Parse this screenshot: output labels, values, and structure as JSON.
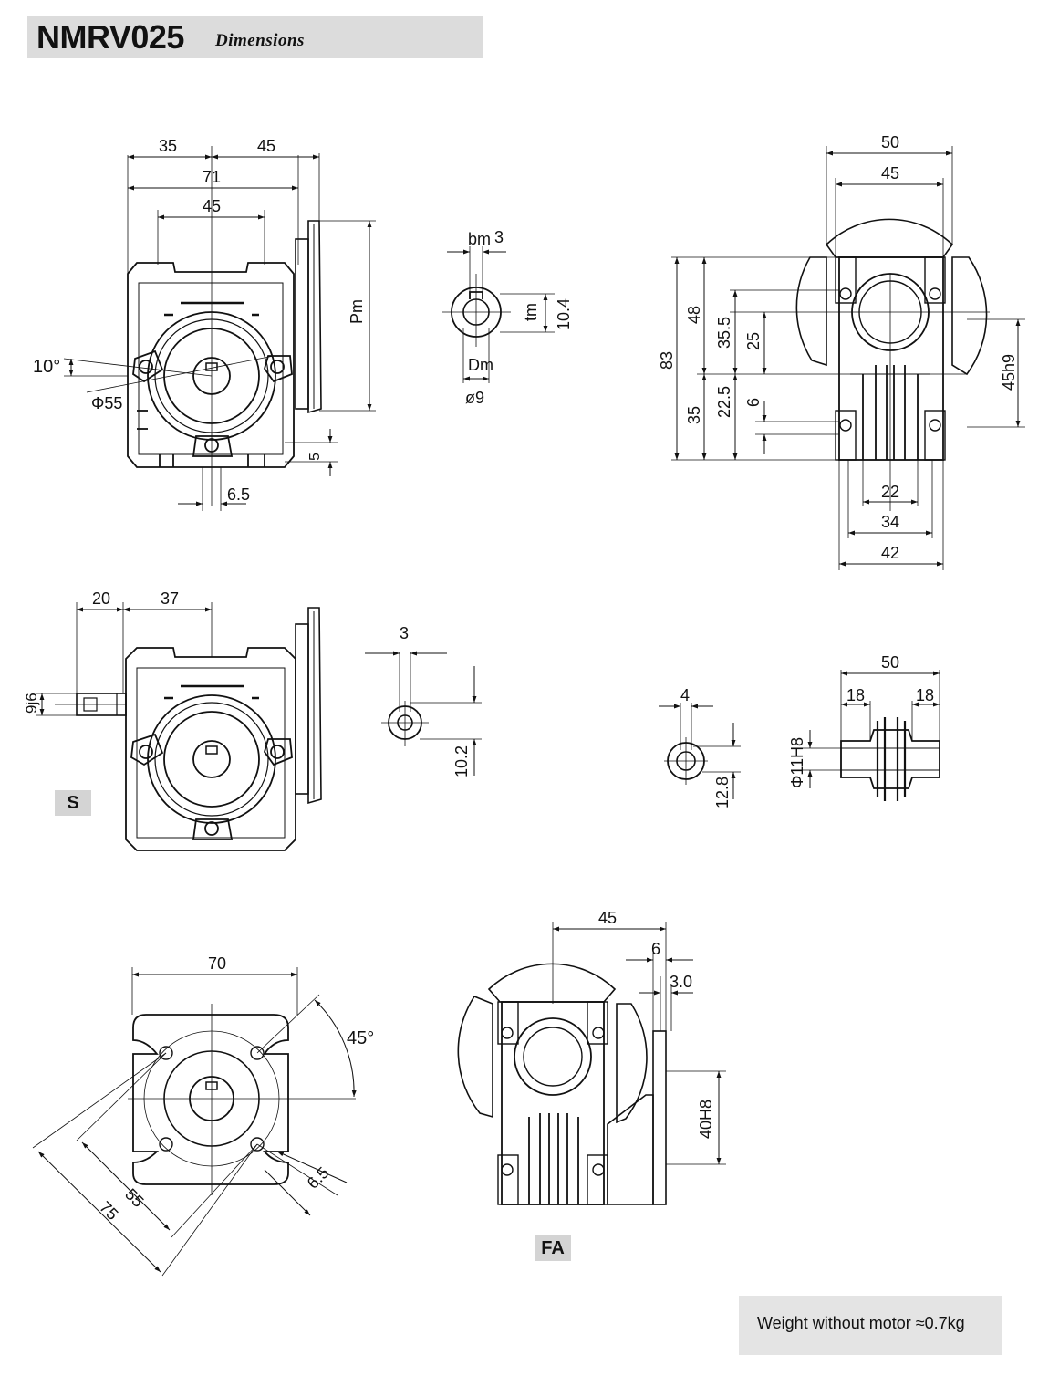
{
  "header": {
    "title": "NMRV025",
    "subtitle": "Dimensions"
  },
  "view1": {
    "dims": {
      "d35": "35",
      "d45a": "45",
      "d71": "71",
      "d45b": "45",
      "pm": "Pm",
      "angle10": "10°",
      "phi55": "Φ55",
      "d5": "5",
      "d65": "6.5"
    }
  },
  "keyway1": {
    "bm": "bm",
    "bm_val": "3",
    "tm": "tm",
    "tm_val": "10.4",
    "dm": "Dm",
    "dm_val": "ø9"
  },
  "view2": {
    "dims": {
      "d50": "50",
      "d45": "45",
      "d83": "83",
      "d48": "48",
      "d355": "35.5",
      "d25": "25",
      "d35": "35",
      "d225": "22.5",
      "d6": "6",
      "d45h9": "45h9",
      "d22": "22",
      "d34": "34",
      "d42": "42"
    }
  },
  "view3": {
    "dims": {
      "d20": "20",
      "d37": "37",
      "d9j6": "9j6"
    },
    "tag": "S"
  },
  "keyway2": {
    "d3": "3",
    "d102": "10.2"
  },
  "keyway3": {
    "d4": "4",
    "d128": "12.8"
  },
  "sleeve": {
    "d50": "50",
    "d18a": "18",
    "d18b": "18",
    "phi11": "Φ11H8"
  },
  "flange_view": {
    "d70": "70",
    "a45": "45°",
    "d55": "55",
    "d75": "75",
    "d65": "6.5"
  },
  "fa_view": {
    "d45": "45",
    "d6": "6",
    "d30": "3.0",
    "d40h8": "40H8",
    "tag": "FA"
  },
  "weight": {
    "text": "Weight without motor  ≈0.7kg"
  }
}
